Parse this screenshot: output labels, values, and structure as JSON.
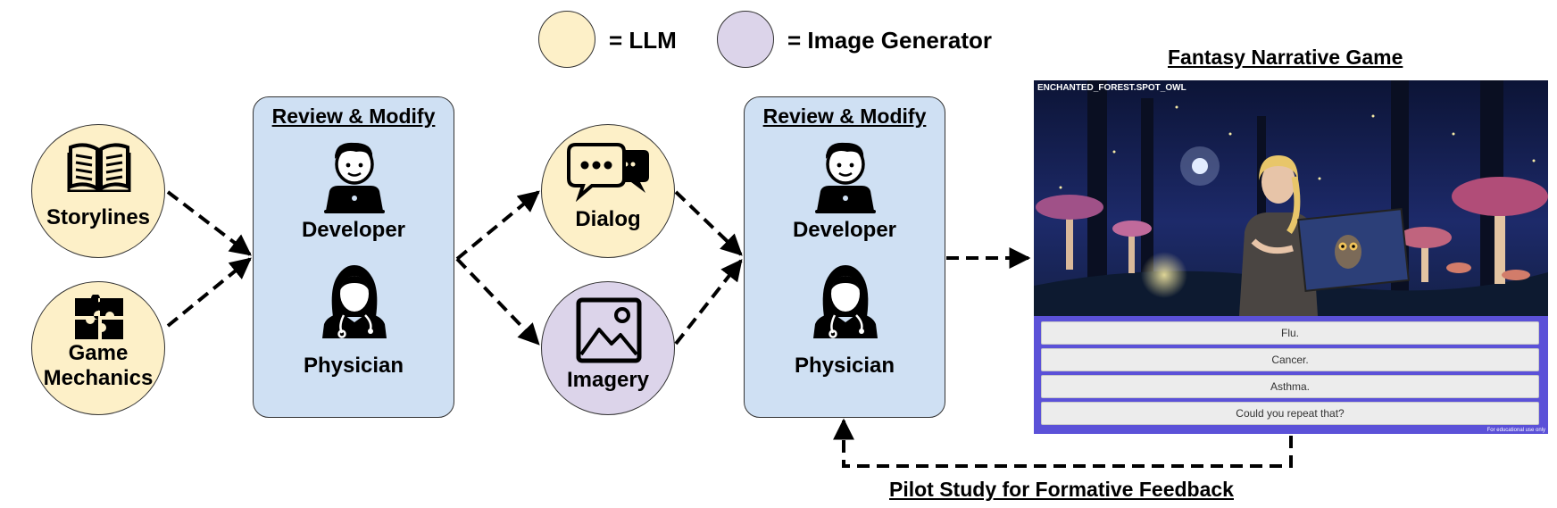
{
  "colors": {
    "llm": "#fdf0c8",
    "image_generator": "#dcd4ea",
    "panel": "#cfe0f3",
    "options_bg": "#5b51d8"
  },
  "legend": {
    "llm_label": "= LLM",
    "image_generator_label": "= Image Generator"
  },
  "inputs": [
    {
      "label": "Storylines",
      "icon": "book-icon",
      "type": "llm"
    },
    {
      "label_line1": "Game",
      "label_line2": "Mechanics",
      "icon": "puzzle-icon",
      "type": "llm"
    }
  ],
  "review_panels": [
    {
      "title": "Review & Modify",
      "roles": [
        {
          "label": "Developer",
          "icon": "developer-icon"
        },
        {
          "label": "Physician",
          "icon": "physician-icon"
        }
      ]
    },
    {
      "title": "Review & Modify",
      "roles": [
        {
          "label": "Developer",
          "icon": "developer-icon"
        },
        {
          "label": "Physician",
          "icon": "physician-icon"
        }
      ]
    }
  ],
  "outputs": [
    {
      "label": "Dialog",
      "icon": "speech-bubbles-icon",
      "type": "llm"
    },
    {
      "label": "Imagery",
      "icon": "image-icon",
      "type": "image_generator"
    }
  ],
  "game": {
    "title": "Fantasy Narrative Game",
    "scene_label": "ENCHANTED_FOREST.SPOT_OWL",
    "options": [
      "Flu.",
      "Cancer.",
      "Asthma.",
      "Could you repeat that?"
    ],
    "footnote": "For educational use only"
  },
  "feedback": {
    "label": "Pilot Study for Formative Feedback"
  }
}
